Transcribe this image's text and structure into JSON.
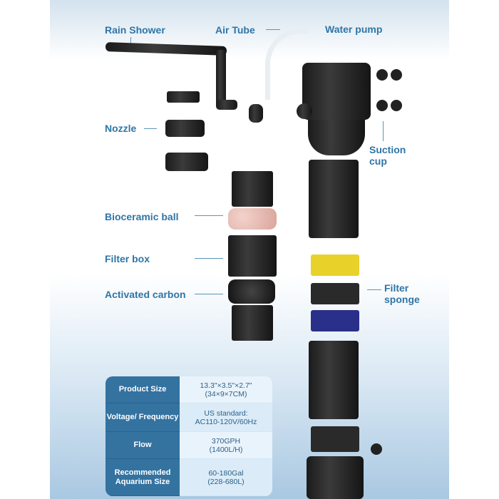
{
  "labels": {
    "rain_shower": "Rain Shower",
    "air_tube": "Air Tube",
    "water_pump": "Water pump",
    "nozzle": "Nozzle",
    "suction_cup": [
      "Suction",
      "cup"
    ],
    "bioceramic_ball": "Bioceramic ball",
    "filter_box": "Filter box",
    "activated_carbon": "Activated carbon",
    "filter_sponge": [
      "Filter",
      "sponge"
    ]
  },
  "specs": [
    {
      "name": "Product Size",
      "value": [
        "13.3\"×3.5\"×2.7\"",
        "(34×9×7CM)"
      ]
    },
    {
      "name": "Voltage/ Frequency",
      "value": [
        "US standard:",
        "AC110-120V/60Hz"
      ]
    },
    {
      "name": "Flow",
      "value": [
        "370GPH",
        "(1400L/H)"
      ]
    },
    {
      "name": "Recommended Aquarium Size",
      "value": [
        "60-180Gal",
        "(228-680L)"
      ]
    }
  ],
  "colors": {
    "label": "#2f75a6",
    "table_header": "#3472a0",
    "sponge_yellow": "#e8d22a",
    "sponge_black": "#2a2a2a",
    "sponge_blue": "#2a2f8a"
  }
}
